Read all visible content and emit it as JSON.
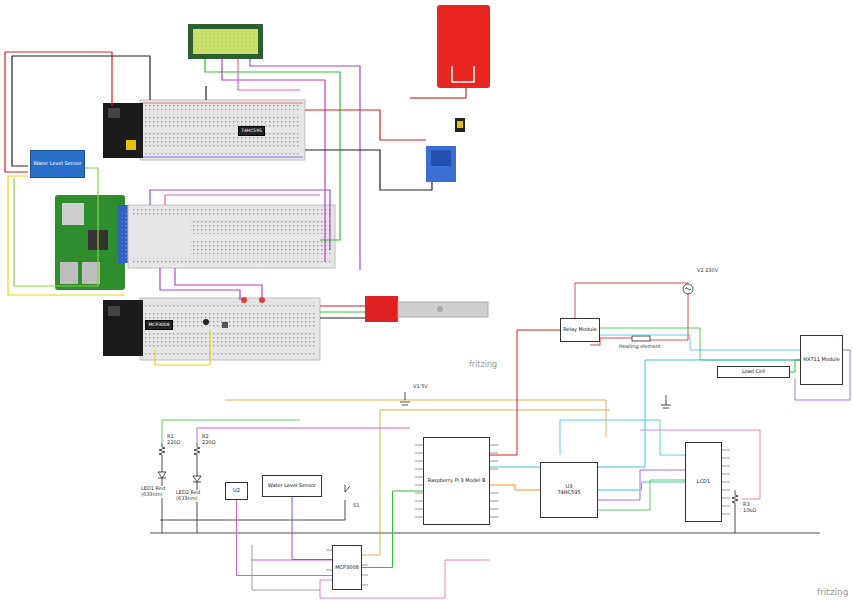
{
  "diagram": {
    "nodes": [
      {
        "text": [
          "Water Level Sensor"
        ]
      },
      {
        "text": [
          "74HC595"
        ]
      },
      {
        "text": [
          "MCP3008"
        ]
      },
      {
        "text": [
          "Relay Module"
        ]
      },
      {
        "text": [
          "HX711 Module"
        ]
      },
      {
        "text": [
          "Load Cell"
        ]
      },
      {
        "text": [
          "Raspberry Pi 3 Model B"
        ]
      },
      {
        "text": [
          "U3",
          "74HC595"
        ]
      },
      {
        "text": [
          "LCD1"
        ]
      },
      {
        "text": [
          "U2"
        ]
      },
      {
        "text": [
          "Water Level Sensor"
        ]
      },
      {
        "text": [
          "MCP3008"
        ]
      }
    ],
    "edges": [
      {
        "from": 6,
        "to": 7,
        "arrow": "none"
      },
      {
        "from": 7,
        "to": 8,
        "arrow": "none"
      },
      {
        "from": 6,
        "to": 11,
        "arrow": "none"
      },
      {
        "from": 10,
        "to": 11,
        "arrow": "none"
      },
      {
        "from": 9,
        "to": 11,
        "arrow": "none"
      },
      {
        "from": 6,
        "to": 4,
        "arrow": "none"
      },
      {
        "from": 4,
        "to": 5,
        "arrow": "none"
      },
      {
        "from": 6,
        "to": 3,
        "arrow": "none"
      }
    ],
    "labels": [
      "fritzing",
      "fritzing",
      "V2 230V",
      "Heating element",
      "V1 5V",
      "R1 220Ω",
      "R2 220Ω",
      "LED1 Red (633nm)",
      "LED2 Red (633nm)",
      "R3 10kΩ",
      "S1"
    ]
  }
}
